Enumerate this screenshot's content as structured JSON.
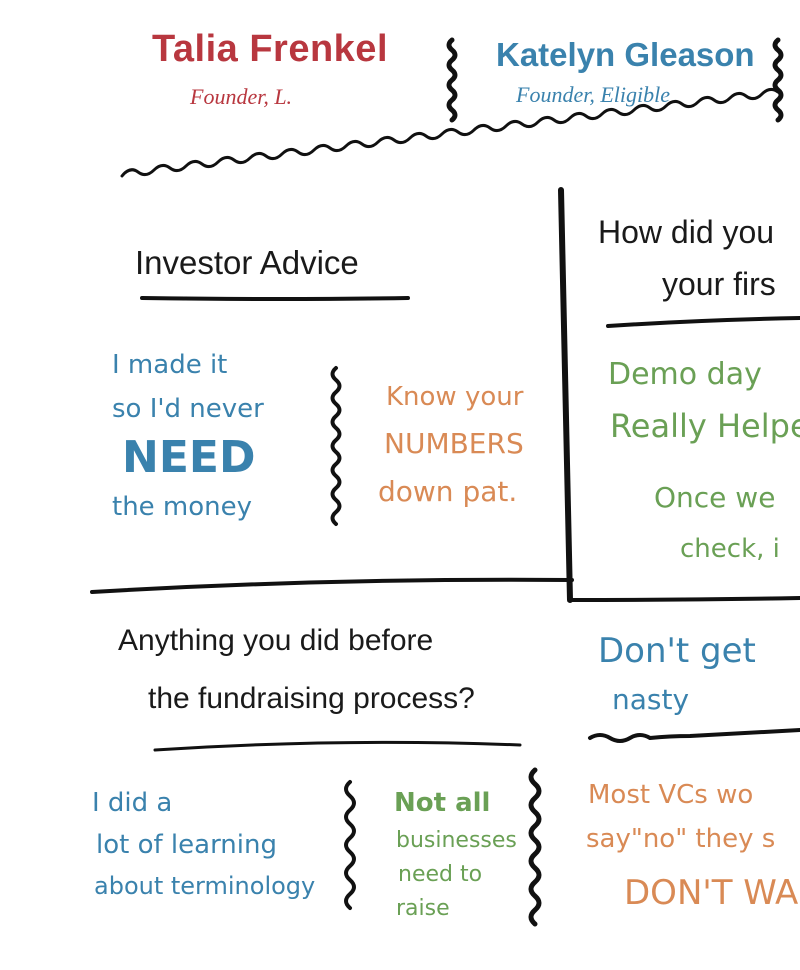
{
  "colors": {
    "red": "#b8373f",
    "blue": "#3a82ad",
    "orange": "#d98a55",
    "green": "#6aa055",
    "ink": "#111111"
  },
  "header": {
    "person1": {
      "name": "Talia Frenkel",
      "title": "Founder, L."
    },
    "person2": {
      "name": "Katelyn Gleason",
      "title": "Founder, Eligible"
    }
  },
  "investor_advice": {
    "heading": "Investor Advice",
    "talia_line1": "I made it",
    "talia_line2": "so I'd never",
    "talia_line3": "NEED",
    "talia_line4": "the money",
    "katelyn_line1": "Know your",
    "katelyn_line2": "NUMBERS",
    "katelyn_line3": "down pat."
  },
  "first_question": {
    "line1": "How did you",
    "line2": "your firs",
    "answer_line1": "Demo day",
    "answer_line2": "Really Helpe",
    "answer_line3": "Once we",
    "answer_line4": "check, i"
  },
  "before_fundraising": {
    "heading_line1": "Anything you did before",
    "heading_line2": "the fundraising process?",
    "talia_line1": "I did a",
    "talia_line2": "lot of learning",
    "talia_line3": "about terminology",
    "katelyn_line1": "Not all",
    "katelyn_line2": "businesses",
    "katelyn_line3": "need to",
    "katelyn_line4": "raise"
  },
  "dont_get_nasty": {
    "line1": "Don't get",
    "line2": "nasty"
  },
  "most_vcs": {
    "line1": "Most VCs wo",
    "line2": "say\"no\" they s",
    "line3": "DON'T WA"
  }
}
